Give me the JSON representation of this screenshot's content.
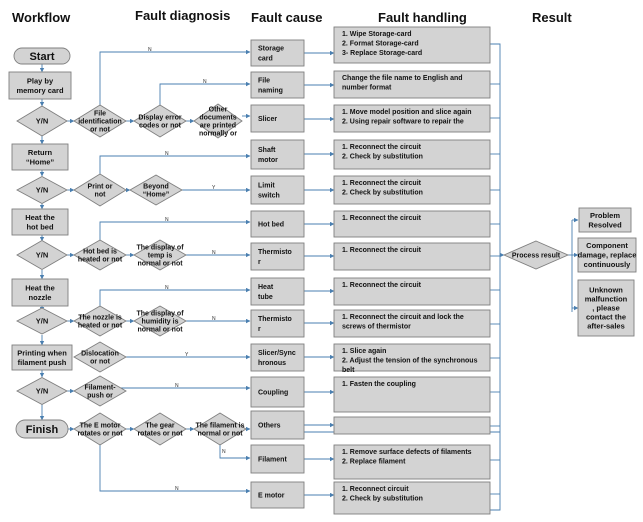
{
  "headers": {
    "workflow": "Workflow",
    "diagnosis": "Fault diagnosis",
    "cause": "Fault cause",
    "handling": "Fault handling",
    "result": "Result"
  },
  "workflow": {
    "start": "Start",
    "play": [
      "Play by",
      "memory card"
    ],
    "yn": "Y/N",
    "return": [
      "Return",
      "“Home”"
    ],
    "heat_bed": [
      "Heat the",
      "hot bed"
    ],
    "heat_nozzle": [
      "Heat   the",
      "nozzle"
    ],
    "printing": [
      "Printing when",
      "filament push"
    ],
    "finish": "Finish"
  },
  "diagnosis": {
    "file_id": [
      "File",
      "identification",
      "or not"
    ],
    "display_error": [
      "Display error",
      "codes or not"
    ],
    "other_docs": [
      "Other",
      "documents",
      "are printed",
      "normally or"
    ],
    "print_or_not": [
      "Print or",
      "not"
    ],
    "beyond_home": [
      "Beyond",
      "“Home”"
    ],
    "hot_bed_heated": [
      "Hot bed is",
      "heated or not"
    ],
    "display_temp": [
      "The display of",
      "temp is",
      "normal or not"
    ],
    "nozzle_heated": [
      "The nozzle is",
      "heated or not"
    ],
    "display_humidity": [
      "The display of",
      "humidity is",
      "normal or not"
    ],
    "dislocation": [
      "Dislocation",
      "or not"
    ],
    "filament_push": [
      "Filament-",
      "push or"
    ],
    "e_motor_rotates": [
      "The E motor",
      "rotates or not"
    ],
    "gear_rotates": [
      "The gear",
      "rotates or not"
    ],
    "filament_normal": [
      "The filament is",
      "normal or not"
    ]
  },
  "causes": {
    "storage_card": [
      "Storage",
      "card"
    ],
    "file_naming": [
      "File",
      "naming"
    ],
    "slicer": [
      "Slicer"
    ],
    "shaft_motor": [
      "Shaft",
      "motor"
    ],
    "limit_switch": [
      "Limit",
      "switch"
    ],
    "hot_bed": [
      "Hot bed"
    ],
    "thermistor1": [
      "Thermisto",
      "r"
    ],
    "heat_tube": [
      "Heat",
      "tube"
    ],
    "thermistor2": [
      "Thermisto",
      "r"
    ],
    "slicer_sync": [
      "Slicer/Sync",
      "hronous"
    ],
    "coupling": [
      "Coupling"
    ],
    "others": [
      "Others"
    ],
    "filament": [
      "Filament"
    ],
    "e_motor": [
      "E motor"
    ]
  },
  "handling": {
    "h1": [
      "1. Wipe Storage-card",
      "2. Format Storage-card",
      "3- Replace Storage-card"
    ],
    "h2": [
      "Change the file name to English and",
      "number format"
    ],
    "h3": [
      "1. Move model position and slice again",
      "2. Using repair software to repair the"
    ],
    "h4": [
      "1. Reconnect the circuit",
      "2. Check by substitution"
    ],
    "h5": [
      "1. Reconnect the circuit",
      "2. Check by substitution"
    ],
    "h6": [
      "1. Reconnect the circuit"
    ],
    "h7": [
      "1. Reconnect the circuit"
    ],
    "h8": [
      "1. Reconnect the circuit"
    ],
    "h9": [
      "1. Reconnect the circuit and lock the",
      "screws of thermistor"
    ],
    "h10": [
      "1. Slice again",
      "2. Adjust the tension of the synchronous",
      "belt"
    ],
    "h11": [
      "1. Fasten the coupling"
    ],
    "h12": [],
    "h13": [
      "1. Remove surface defects of filaments",
      "2. Replace filament"
    ],
    "h14": [
      "1. Reconnect circuit",
      "2. Check by substitution"
    ]
  },
  "result": {
    "process": "Process result",
    "resolved": [
      "Problem",
      "Resolved"
    ],
    "damage": [
      "Component",
      "damage, replace",
      "continuously"
    ],
    "unknown": [
      "Unknown",
      "malfunction",
      ", please",
      "contact the",
      "after-sales"
    ]
  },
  "link_labels": {
    "n": "N",
    "y": "Y"
  }
}
